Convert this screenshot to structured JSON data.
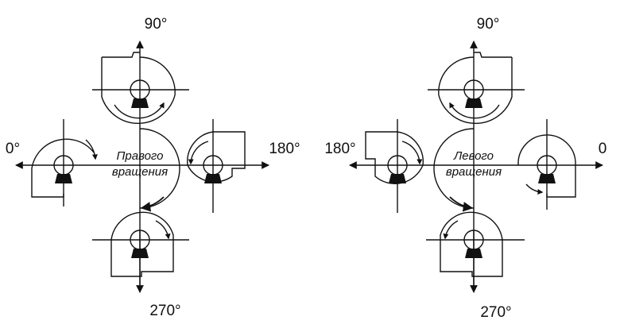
{
  "diagrams": [
    {
      "caption": [
        "Правого",
        "вращения"
      ],
      "angle_labels": {
        "top": "90°",
        "left": "0°",
        "right": "180°",
        "bottom": "270°"
      }
    },
    {
      "caption": [
        "Левого",
        "вращения"
      ],
      "angle_labels": {
        "top": "90°",
        "left": "180°",
        "right": "0",
        "bottom": "270°"
      }
    }
  ]
}
